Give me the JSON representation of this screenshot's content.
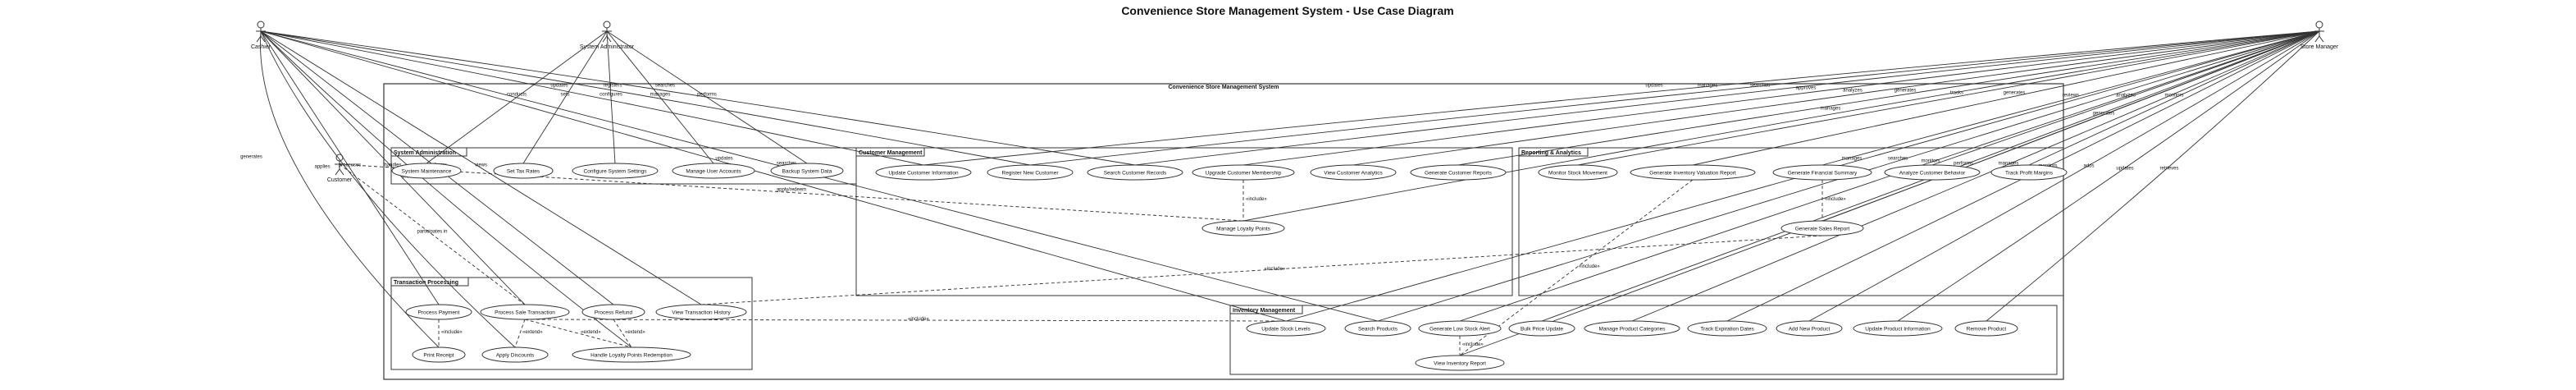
{
  "title": "Convenience Store Management System - Use Case Diagram",
  "system_label": "Convenience Store Management System",
  "actors": {
    "cashier": "Cashier",
    "admin": "System Administrator",
    "customer": "Customer",
    "manager": "Store Manager"
  },
  "packages": {
    "sysadmin": "System Administration",
    "custmgmt": "Customer Management",
    "reporting": "Reporting & Analytics",
    "transaction": "Transaction Processing",
    "inventory": "Inventory Management"
  },
  "use_cases": {
    "system_maintenance": "System Maintenance",
    "set_tax_rates": "Set Tax Rates",
    "configure_settings": "Configure System Settings",
    "manage_user_accounts": "Manage User Accounts",
    "backup_system_data": "Backup System Data",
    "update_customer_info": "Update Customer Information",
    "register_new_customer": "Register New Customer",
    "search_customer_records": "Search Customer Records",
    "upgrade_membership": "Upgrade Customer Membership",
    "view_customer_analytics": "View Customer Analytics",
    "generate_customer_reports": "Generate Customer Reports",
    "manage_loyalty_points": "Manage Loyalty Points",
    "monitor_stock_movement": "Monitor Stock Movement",
    "generate_inventory_valuation": "Generate Inventory Valuation Report",
    "generate_financial_summary": "Generate Financial Summary",
    "analyze_customer_behavior": "Analyze Customer Behavior",
    "track_profit_margins": "Track Profit Margins",
    "generate_sales_report": "Generate Sales Report",
    "process_payment": "Process Payment",
    "process_sale": "Process Sale Transaction",
    "process_refund": "Process Refund",
    "view_transaction_history": "View Transaction History",
    "print_receipt": "Print Receipt",
    "apply_discounts": "Apply Discounts",
    "handle_loyalty_redemption": "Handle Loyalty Points Redemption",
    "update_stock_levels": "Update Stock Levels",
    "search_products": "Search Products",
    "generate_low_stock_alert": "Generate Low Stock Alert",
    "bulk_price_update": "Bulk Price Update",
    "manage_product_categories": "Manage Product Categories",
    "track_expiration_dates": "Track Expiration Dates",
    "add_new_product": "Add New Product",
    "update_product_info": "Update Product Information",
    "remove_product": "Remove Product",
    "view_inventory_report": "View Inventory Report"
  },
  "edge_labels": {
    "conducts": "conducts",
    "sets": "sets",
    "configures": "configures",
    "manages": "manages",
    "performs": "performs",
    "updates": "updates",
    "registers": "registers",
    "searches": "searches",
    "approves": "approves",
    "analyzes": "analyzes",
    "generates": "generates",
    "tracks": "tracks",
    "reviews": "reviews",
    "monitors": "monitors",
    "handles": "handles",
    "views": "views",
    "applies": "applies",
    "processes": "processes",
    "adds": "adds",
    "retrieves": "retrieves",
    "applyredeem": "apply/redeem",
    "participatesin": "participates in",
    "include": "«include»",
    "extend": "«extend»"
  }
}
